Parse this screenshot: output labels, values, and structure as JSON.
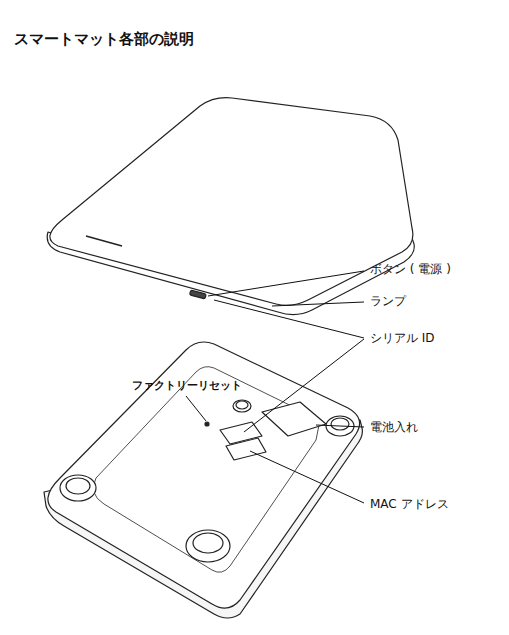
{
  "diagram": {
    "title": "スマートマット各部の説明",
    "labels": [
      "ボタン ( 電源 )",
      "ランプ",
      "シリアル ID",
      "ファクトリーリセット",
      "電池入れ",
      "MAC アドレス"
    ]
  }
}
